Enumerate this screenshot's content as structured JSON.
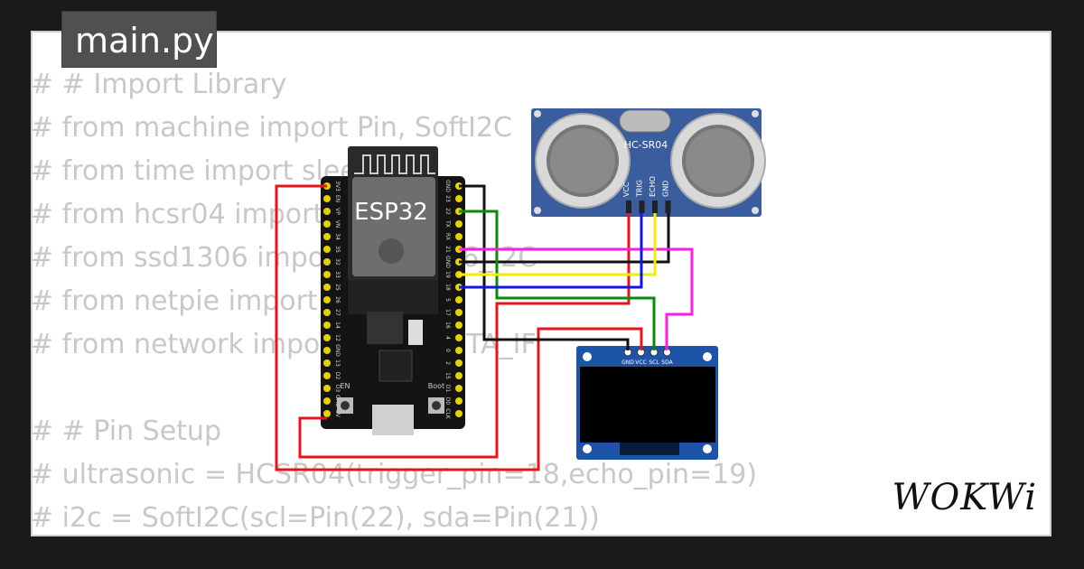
{
  "tab": {
    "filename": "main.py"
  },
  "code_lines": [
    "# # Import Library",
    "# from machine import Pin, SoftI2C",
    "# from time import sleep",
    "# from hcsr04 import HCSR04",
    "# from ssd1306 import SSD1306_I2C",
    "# from netpie import NETPIE",
    "# from network import WLAN, STA_IF",
    "",
    "# # Pin Setup",
    "# ultrasonic = HCSR04(trigger_pin=18,echo_pin=19)",
    "# i2c = SoftI2C(scl=Pin(22), sda=Pin(21))"
  ],
  "esp32": {
    "label": "ESP32",
    "en_label": "EN",
    "boot_label": "Boot",
    "left_pins": [
      "3V3",
      "EN",
      "VP",
      "VN",
      "34",
      "35",
      "32",
      "33",
      "25",
      "26",
      "27",
      "14",
      "12",
      "GND",
      "13",
      "D2",
      "D3",
      "CMD",
      "5V"
    ],
    "right_pins": [
      "GND",
      "23",
      "22",
      "TX",
      "RX",
      "21",
      "GND",
      "19",
      "18",
      "5",
      "17",
      "16",
      "4",
      "0",
      "2",
      "15",
      "D1",
      "D0",
      "CLK"
    ]
  },
  "hcsr04": {
    "label": "HC-SR04",
    "pins": [
      "VCC",
      "TRIG",
      "ECHO",
      "GND"
    ]
  },
  "oled": {
    "pins": [
      "GND",
      "VCC",
      "SCL",
      "SDA"
    ]
  },
  "wire_colors": {
    "red": "#e8141a",
    "black": "#111111",
    "green": "#0a8a0a",
    "yellow": "#f2ee00",
    "blue": "#1414e6",
    "magenta": "#ff1ee0"
  },
  "brand": {
    "logo": "WOKWi"
  }
}
